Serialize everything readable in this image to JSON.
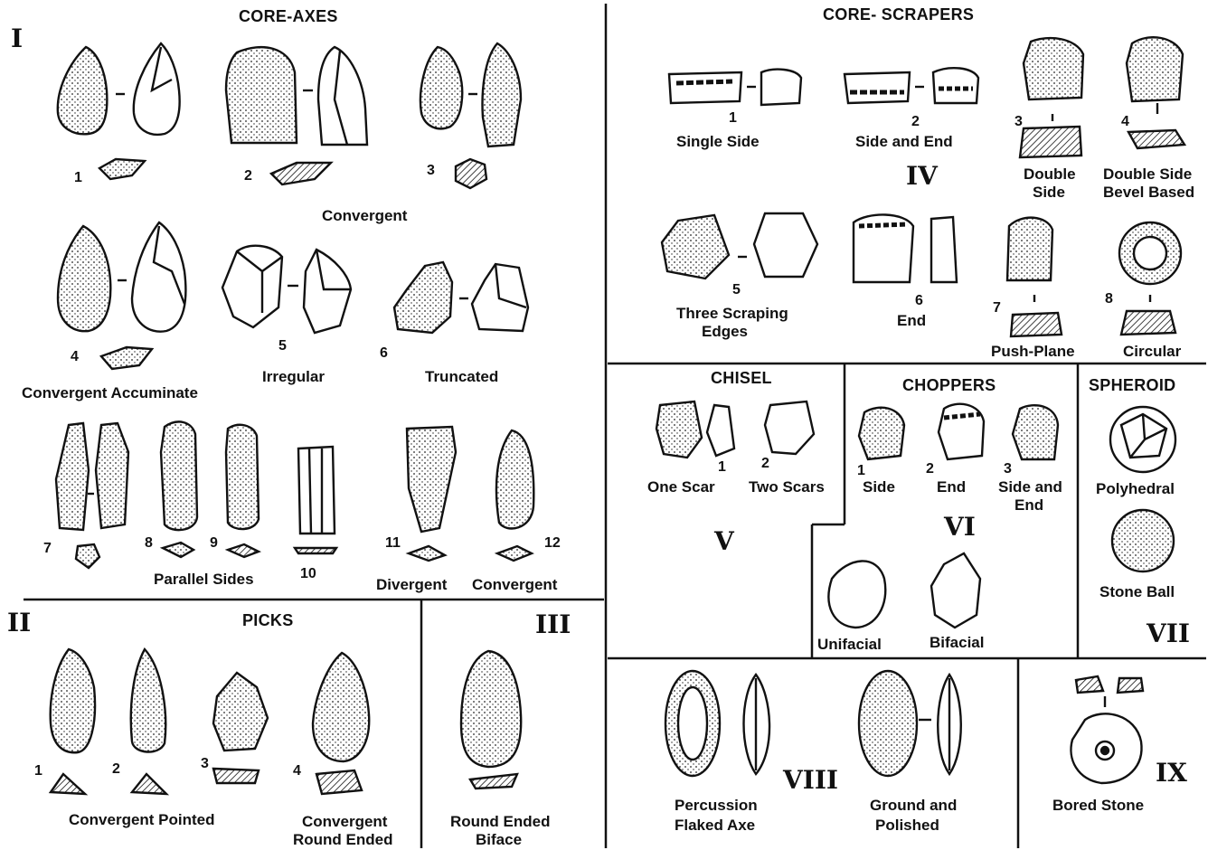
{
  "sections": {
    "core_axes": {
      "title": "CORE-AXES",
      "roman": "I",
      "labels": {
        "convergent": "Convergent",
        "convergent_accuminate": "Convergent Accuminate",
        "irregular": "Irregular",
        "truncated": "Truncated",
        "parallel_sides": "Parallel Sides",
        "divergent": "Divergent",
        "convergent_b": "Convergent"
      },
      "numbers": [
        "1",
        "2",
        "3",
        "4",
        "5",
        "6",
        "7",
        "8",
        "9",
        "10",
        "11",
        "12"
      ]
    },
    "picks": {
      "title": "PICKS",
      "roman": "II",
      "labels": {
        "convergent_pointed": "Convergent Pointed",
        "convergent_round_1": "Convergent",
        "convergent_round_2": "Round Ended"
      },
      "numbers": [
        "1",
        "2",
        "3",
        "4"
      ]
    },
    "biface": {
      "roman": "III",
      "labels": {
        "line1": "Round Ended",
        "line2": "Biface"
      }
    },
    "core_scrapers": {
      "title": "CORE- SCRAPERS",
      "roman": "IV",
      "labels": {
        "single_side": "Single Side",
        "side_and_end": "Side and End",
        "double_side_1": "Double",
        "double_side_2": "Side",
        "double_bevel_1": "Double Side",
        "double_bevel_2": "Bevel Based",
        "three_1": "Three Scraping",
        "three_2": "Edges",
        "end": "End",
        "push_plane": "Push-Plane",
        "circular": "Circular"
      },
      "numbers": [
        "1",
        "2",
        "3",
        "4",
        "5",
        "6",
        "7",
        "8"
      ]
    },
    "chisel": {
      "title": "CHISEL",
      "roman": "V",
      "labels": {
        "one_scar": "One Scar",
        "two_scars": "Two Scars"
      },
      "numbers": [
        "1",
        "2"
      ]
    },
    "choppers": {
      "title": "CHOPPERS",
      "roman": "VI",
      "labels": {
        "side": "Side",
        "end": "End",
        "side_end_1": "Side and",
        "side_end_2": "End",
        "unifacial": "Unifacial",
        "bifacial": "Bifacial"
      },
      "numbers": [
        "1",
        "2",
        "3"
      ]
    },
    "spheroid": {
      "title": "SPHEROID",
      "roman": "VII",
      "labels": {
        "polyhedral": "Polyhedral",
        "stone_ball": "Stone Ball"
      }
    },
    "axe": {
      "roman": "VIII",
      "labels": {
        "perc_1": "Percussion",
        "perc_2": "Flaked Axe",
        "ground_1": "Ground and",
        "ground_2": "Polished"
      }
    },
    "bored": {
      "roman": "IX",
      "labels": {
        "bored_stone": "Bored Stone"
      }
    }
  }
}
